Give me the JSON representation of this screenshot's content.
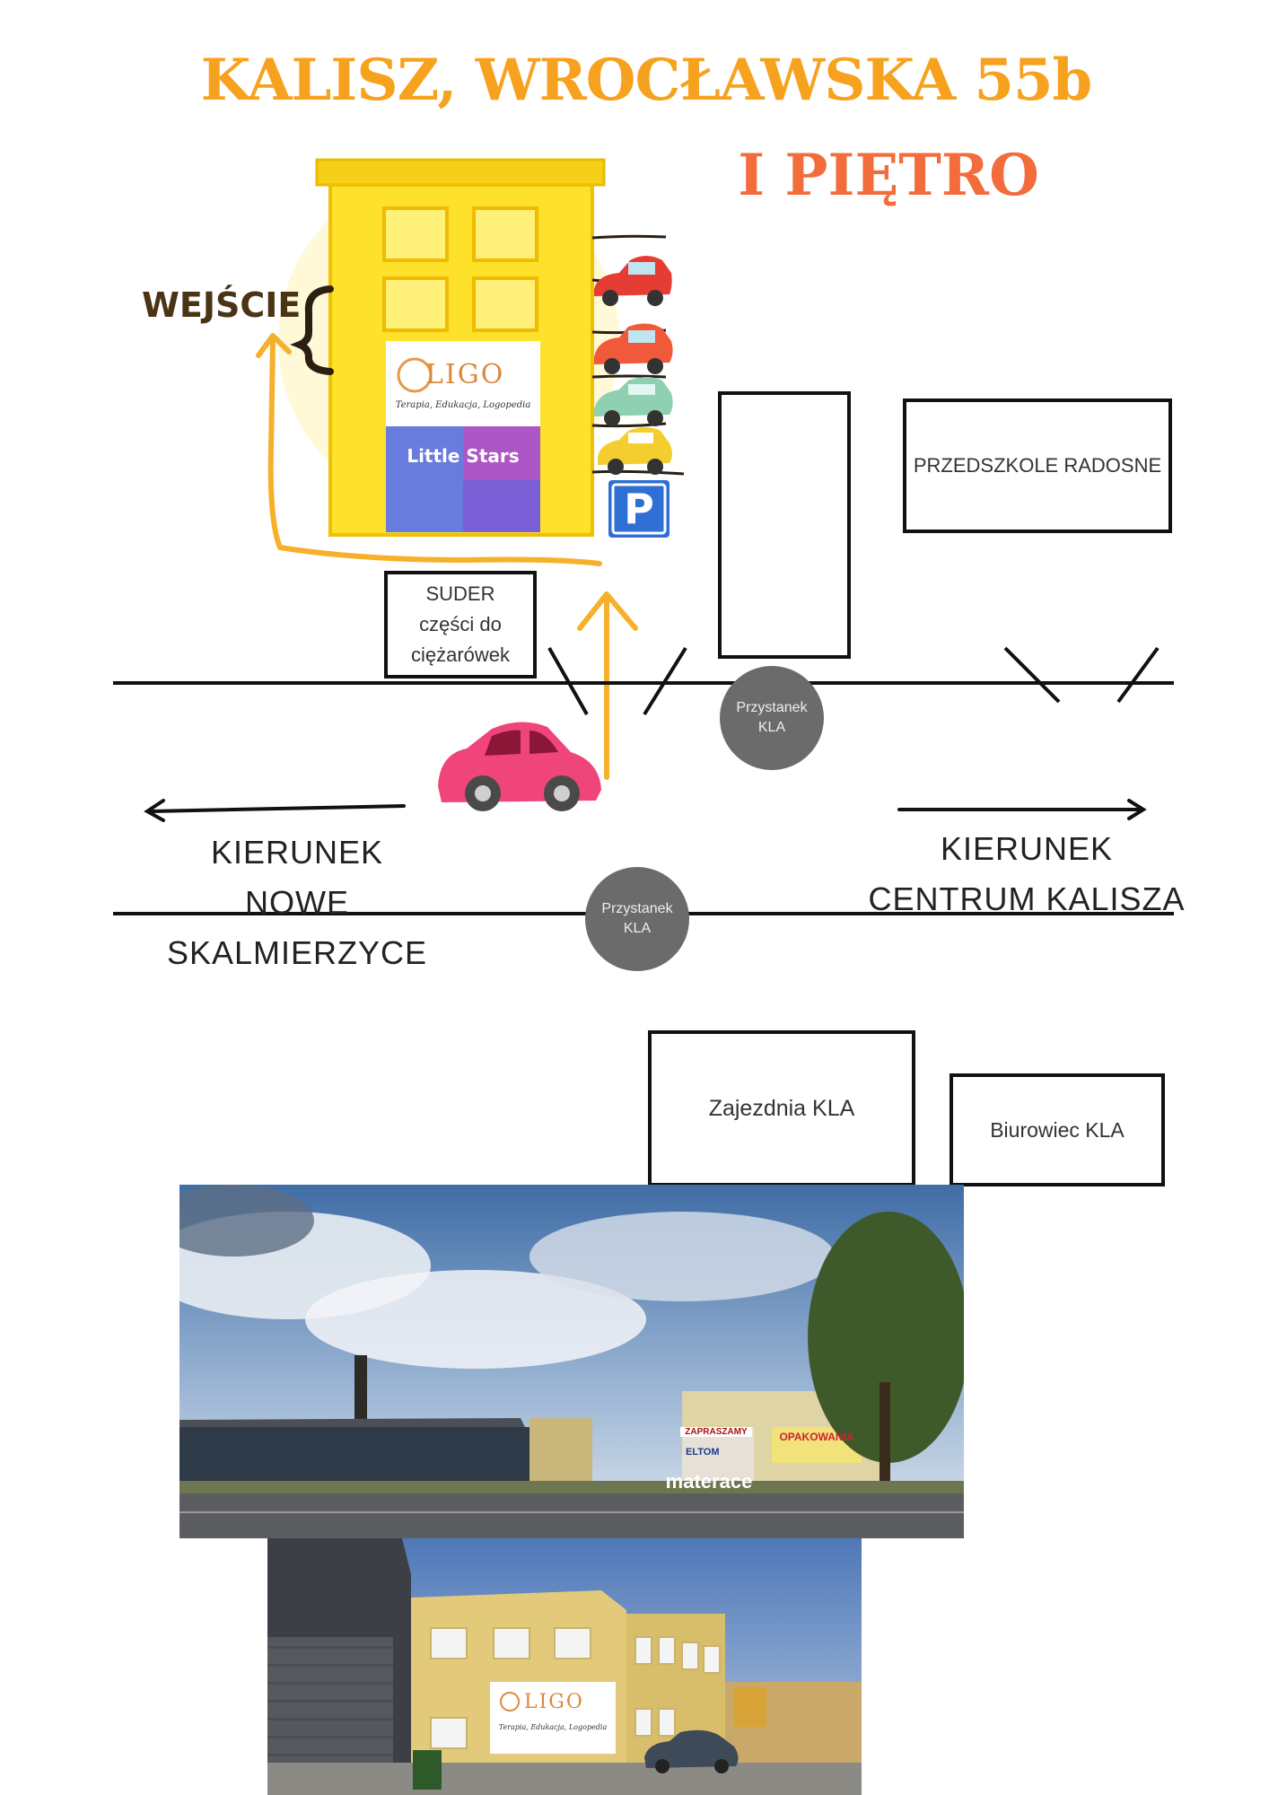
{
  "header": {
    "title": "KALISZ, WROCŁAWSKA 55b",
    "floor": "I PIĘTRO",
    "title_color": "#f7a21e",
    "floor_color": "#f36c3c"
  },
  "map": {
    "entrance_label": "WEJŚCIE",
    "building_sign": {
      "logo_text": "LIGO",
      "tagline": "Terapia, Edukacja, Logopedia",
      "banner": "Little Stars"
    },
    "parking_icon": "P",
    "landmarks": {
      "suder": "SUDER części do ciężarówek",
      "przedszkole": "PRZEDSZKOLE RADOSNE",
      "zajezdnia": "Zajezdnia KLA",
      "biurowiec": "Biurowiec KLA"
    },
    "bus_stops": [
      "Przystanek KLA",
      "Przystanek KLA"
    ],
    "directions": {
      "left_line1": "KIERUNEK",
      "left_line2": "NOWE SKALMIERZYCE",
      "right_line1": "KIERUNEK",
      "right_line2": "CENTRUM KALISZA"
    },
    "colors": {
      "building": "#fde12a",
      "route": "#f6b02a",
      "car": "#f0457a"
    }
  },
  "photos": {
    "street_signs": [
      "ZAPRASZAMY",
      "OPAKOWANIA",
      "ELTOM",
      "materace"
    ],
    "front_sign": {
      "logo_text": "LIGO",
      "tagline": "Terapia, Edukacja, Logopedia"
    }
  }
}
